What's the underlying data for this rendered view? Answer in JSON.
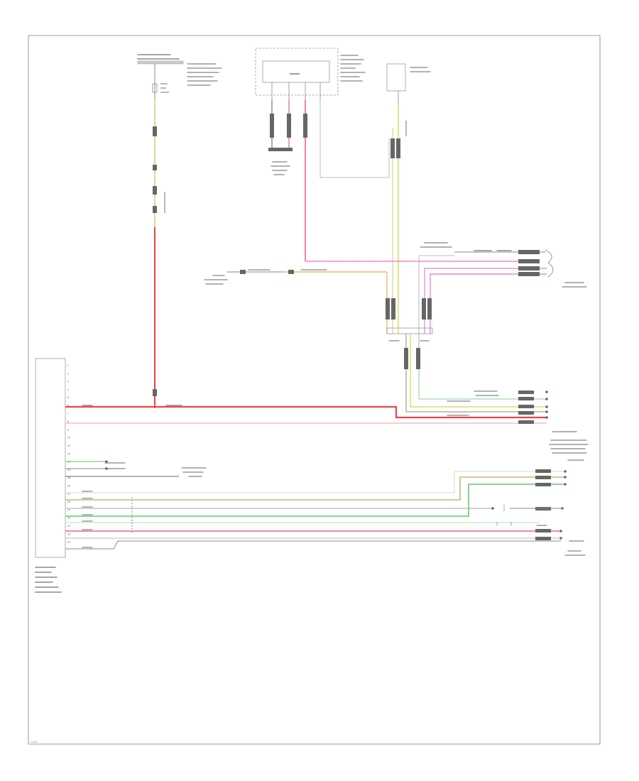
{
  "footer": {
    "code": "1 of 1"
  },
  "module": {
    "pin_numbers": [
      "1",
      "2",
      "3",
      "4",
      "5",
      "6",
      "7",
      "8",
      "9",
      "10",
      "11",
      "12",
      "13",
      "14",
      "15",
      "16",
      "17",
      "18",
      "19",
      "20",
      "21",
      "22",
      "23"
    ]
  }
}
